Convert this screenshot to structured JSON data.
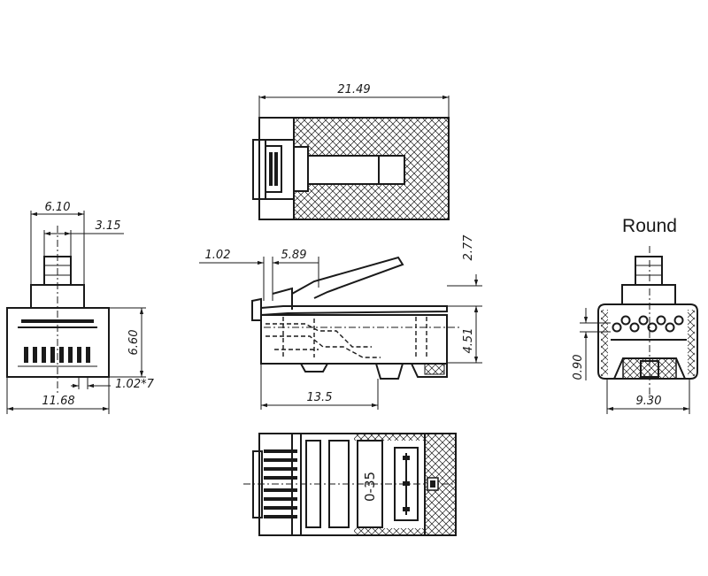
{
  "diagram": {
    "view_right_title": "Round",
    "dimensions": {
      "top_width": "21.49",
      "front_width_top": "6.10",
      "front_tab": "3.15",
      "front_height": "6.60",
      "front_pitch": "1.02*7",
      "front_width": "11.68",
      "side_latch_offset": "1.02",
      "side_latch_len": "5.89",
      "side_latch_height": "2.77",
      "side_body_height": "4.51",
      "side_length": "13.5",
      "round_pin": "0.90",
      "round_width": "9.30",
      "bottom_label": "0-35"
    }
  }
}
